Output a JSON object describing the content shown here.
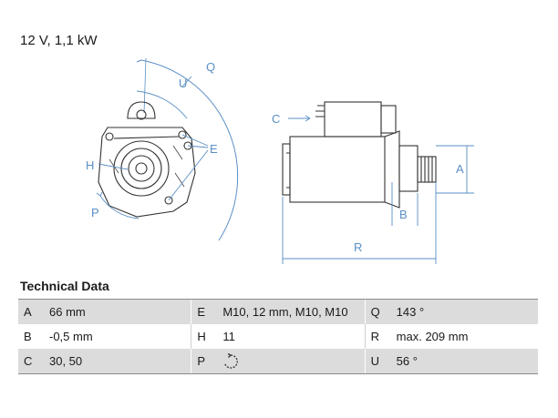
{
  "header": {
    "title": "12 V, 1,1 kW"
  },
  "drawing_labels": {
    "Q": "Q",
    "U": "U",
    "E": "E",
    "H": "H",
    "P": "P",
    "C": "C",
    "A": "A",
    "B": "B",
    "R": "R"
  },
  "technical_data": {
    "heading": "Technical Data",
    "rows": [
      [
        {
          "key": "A",
          "value": "66 mm"
        },
        {
          "key": "E",
          "value": "M10, 12 mm, M10, M10"
        },
        {
          "key": "Q",
          "value": "143 °"
        }
      ],
      [
        {
          "key": "B",
          "value": "-0,5 mm"
        },
        {
          "key": "H",
          "value": "11"
        },
        {
          "key": "R",
          "value": "max. 209 mm"
        }
      ],
      [
        {
          "key": "C",
          "value": "30, 50"
        },
        {
          "key": "P",
          "value": ""
        },
        {
          "key": "U",
          "value": "56 °"
        }
      ]
    ]
  },
  "colors": {
    "dimension": "#5a8fc4",
    "drawing": "#333333",
    "row_shade": "#dcdcdc"
  },
  "icons": {
    "rotation": "clockwise-rotation-icon"
  }
}
